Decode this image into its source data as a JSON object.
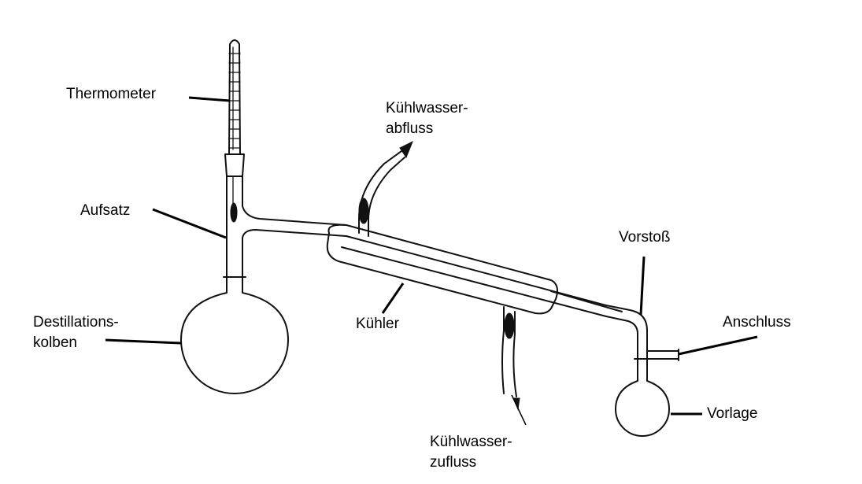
{
  "labels": {
    "thermometer": "Thermometer",
    "aufsatz": "Aufsatz",
    "destillationskolben_line1": "Destillations-",
    "destillationskolben_line2": "kolben",
    "kuehlwasser_abfluss_line1": "Kühlwasser-",
    "kuehlwasser_abfluss_line2": "abfluss",
    "kuehler": "Kühler",
    "kuehlwasser_zufluss_line1": "Kühlwasser-",
    "kuehlwasser_zufluss_line2": "zufluss",
    "vorstoss": "Vorstoß",
    "anschluss": "Anschluss",
    "vorlage": "Vorlage"
  }
}
